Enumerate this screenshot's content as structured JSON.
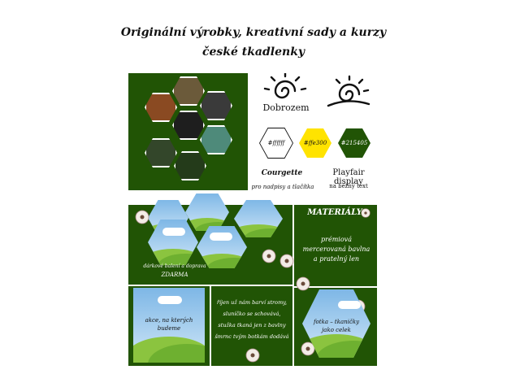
{
  "title": {
    "line1": "Originální výrobky, kreativní sady a kurzy",
    "line2": "české tkadlenky"
  },
  "logo": {
    "wordmark": "Dobrozem"
  },
  "palette": [
    {
      "hex_label": "#ffffff",
      "color": "#ffffff",
      "text_color": "#111111"
    },
    {
      "hex_label": "#ffe300",
      "color": "#ffe300",
      "text_color": "#111111"
    },
    {
      "hex_label": "#215405",
      "color": "#215405",
      "text_color": "#ffffff"
    }
  ],
  "fonts": {
    "display_name": "Courgette",
    "display_usage": "pro nadpisy a tlačítka",
    "body_name": "Playfair display",
    "body_usage": "na běžný text"
  },
  "panels": {
    "gift": {
      "line1": "dárkové balení a doprava",
      "line2": "ZDARMA"
    },
    "materials": {
      "heading": "MATERIÁLY",
      "body_lines": [
        "prémiová",
        "mercerovaná bavlna",
        "a pratelný len"
      ]
    },
    "promo": {
      "line1": "akce, na kterých",
      "line2": "budeme"
    },
    "poem": {
      "lines": [
        "říjen už nám barví stromy,",
        "sluníčko se schovává,",
        "stužka tkaná jen z bavlny",
        "šmrnc tvým botkám dodává"
      ]
    },
    "photo": {
      "line1": "fotka – tkaničky",
      "line2": "jako celek"
    }
  },
  "colors": {
    "green": "#215405",
    "yellow": "#ffe300",
    "white": "#ffffff"
  }
}
